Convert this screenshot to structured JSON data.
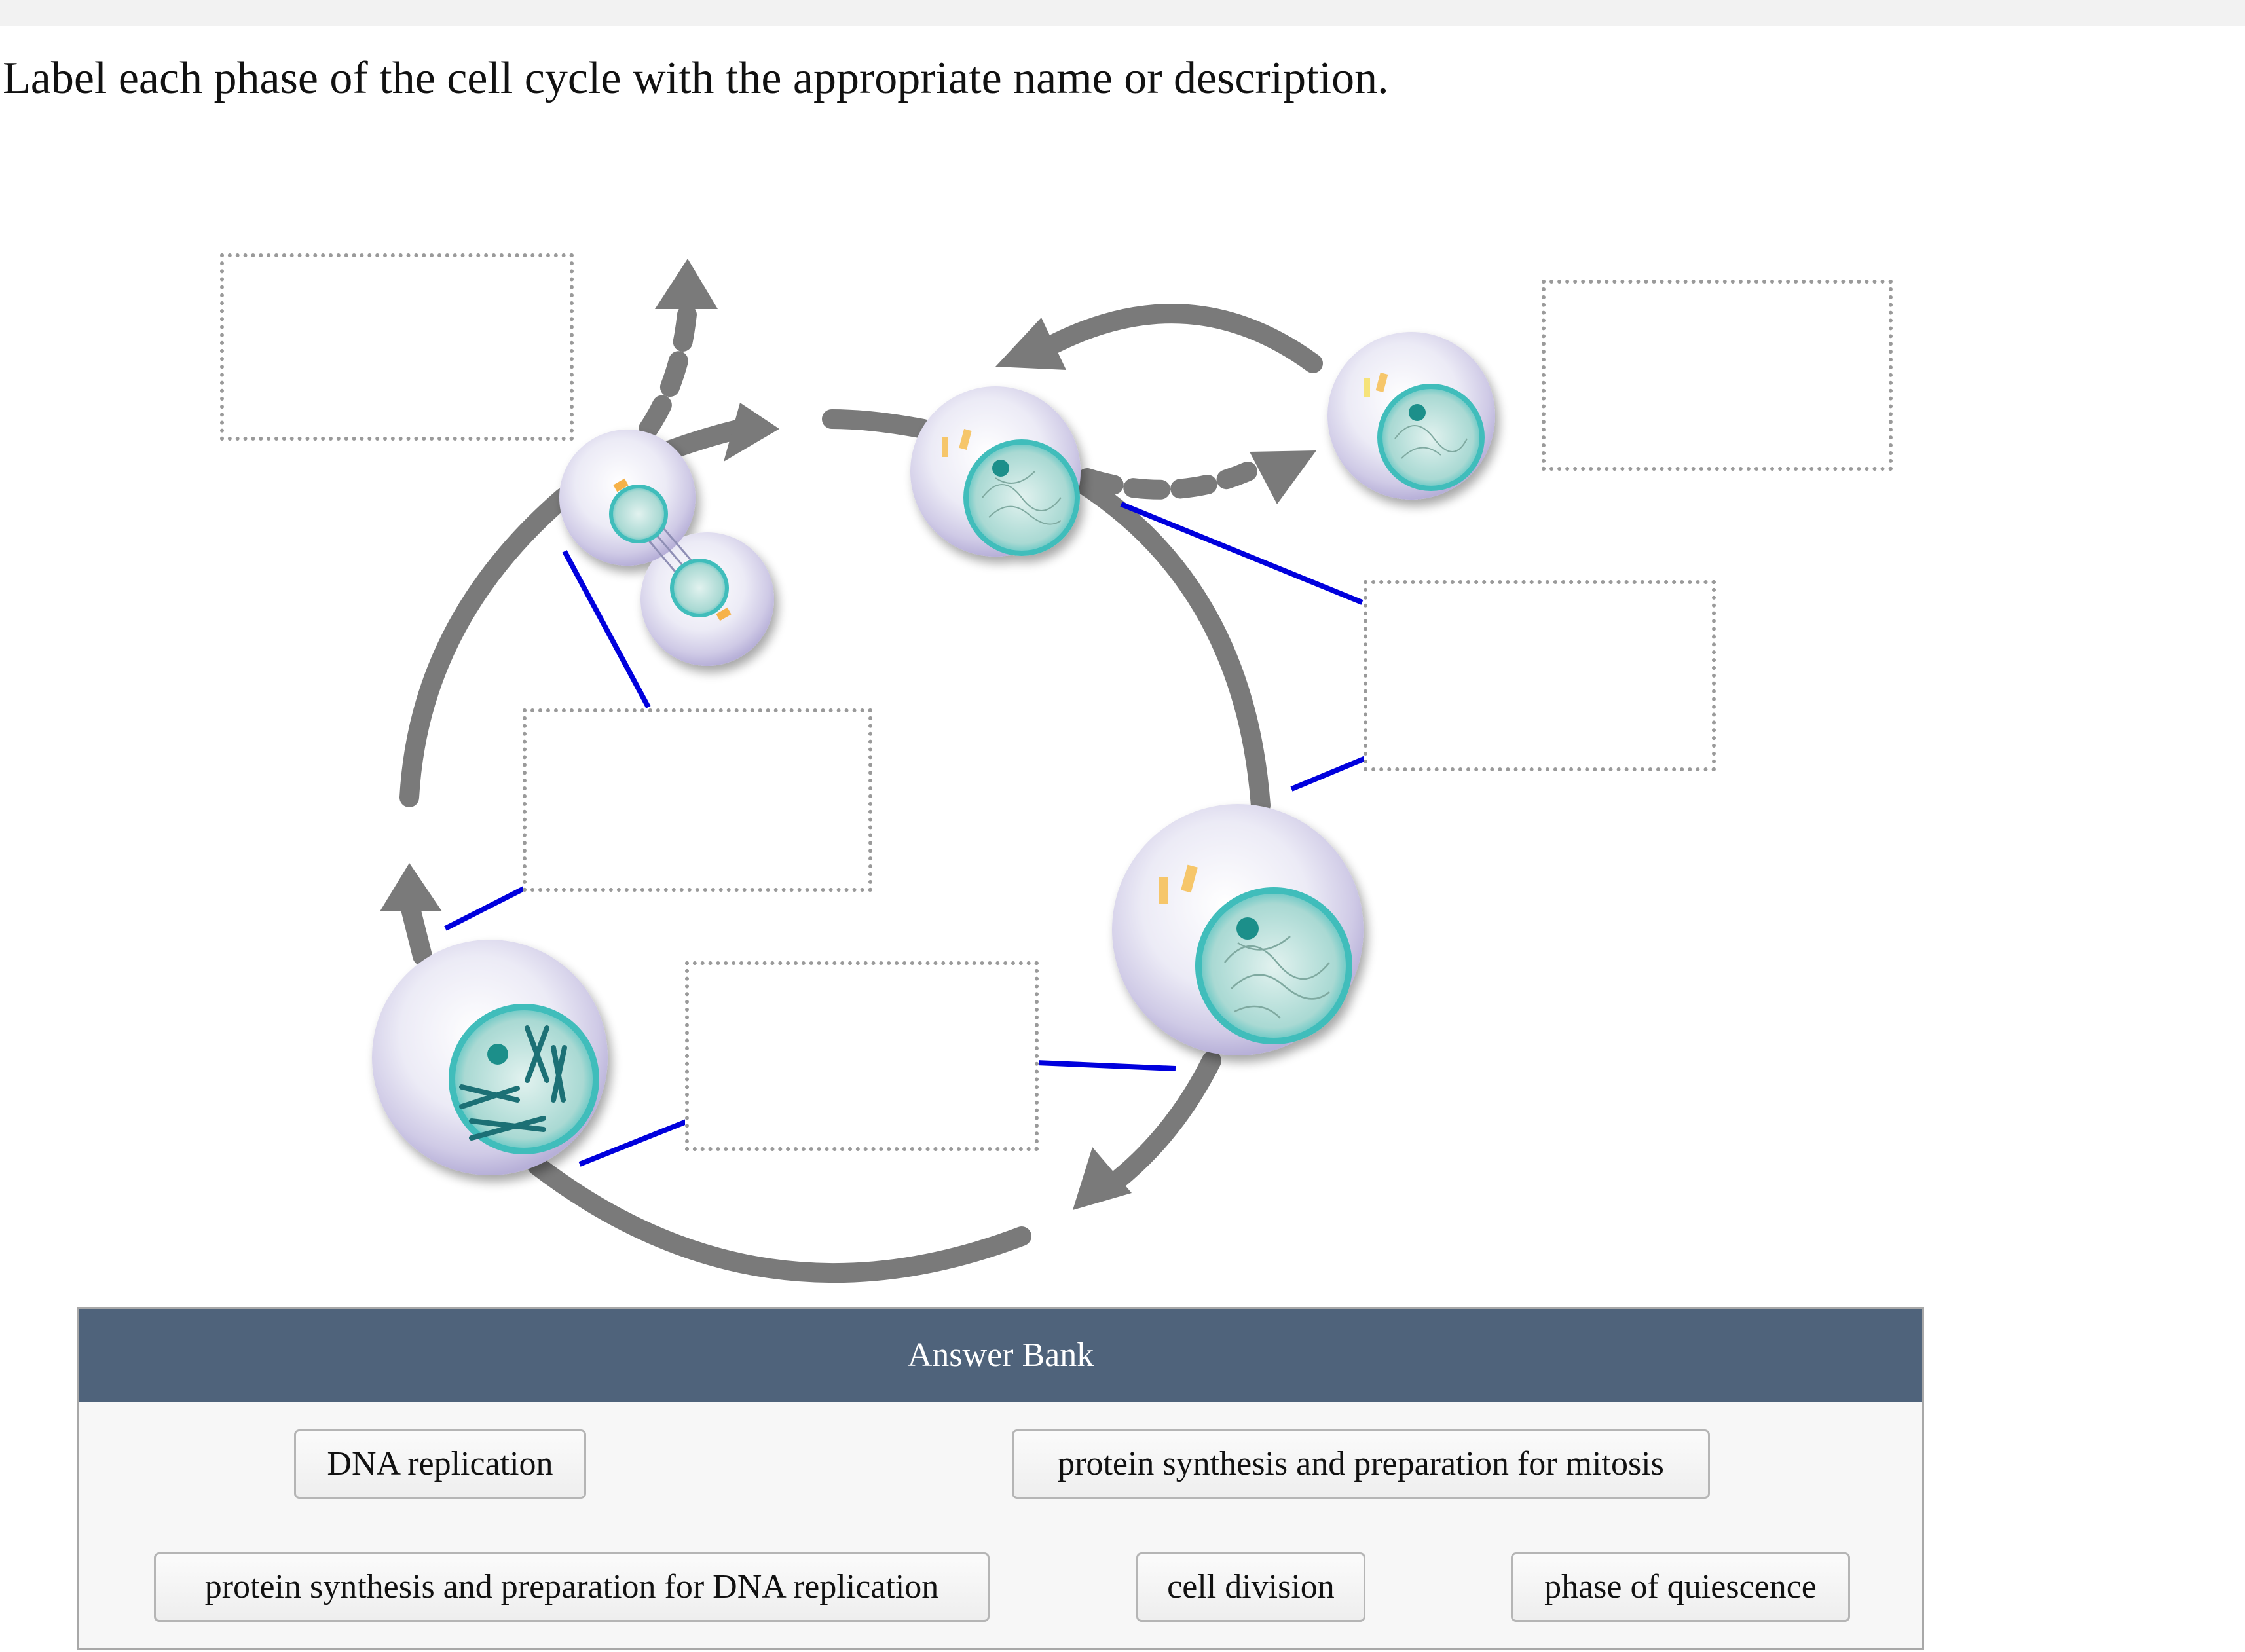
{
  "question": {
    "instruction": "Label each phase of the cell cycle with the appropriate name or description."
  },
  "answer_bank": {
    "title": "Answer Bank",
    "items": [
      {
        "label": "DNA replication"
      },
      {
        "label": "protein synthesis and preparation for mitosis"
      },
      {
        "label": "protein synthesis and preparation for DNA replication"
      },
      {
        "label": "cell division"
      },
      {
        "label": "phase of quiescence"
      }
    ]
  },
  "colors": {
    "cycle_arrow": "#7a7a7a",
    "leader_line": "#0000dd",
    "answer_bank_header": "#4f637b",
    "nucleus": "#5fc6c2",
    "cell_body": "#d9d6ea"
  }
}
